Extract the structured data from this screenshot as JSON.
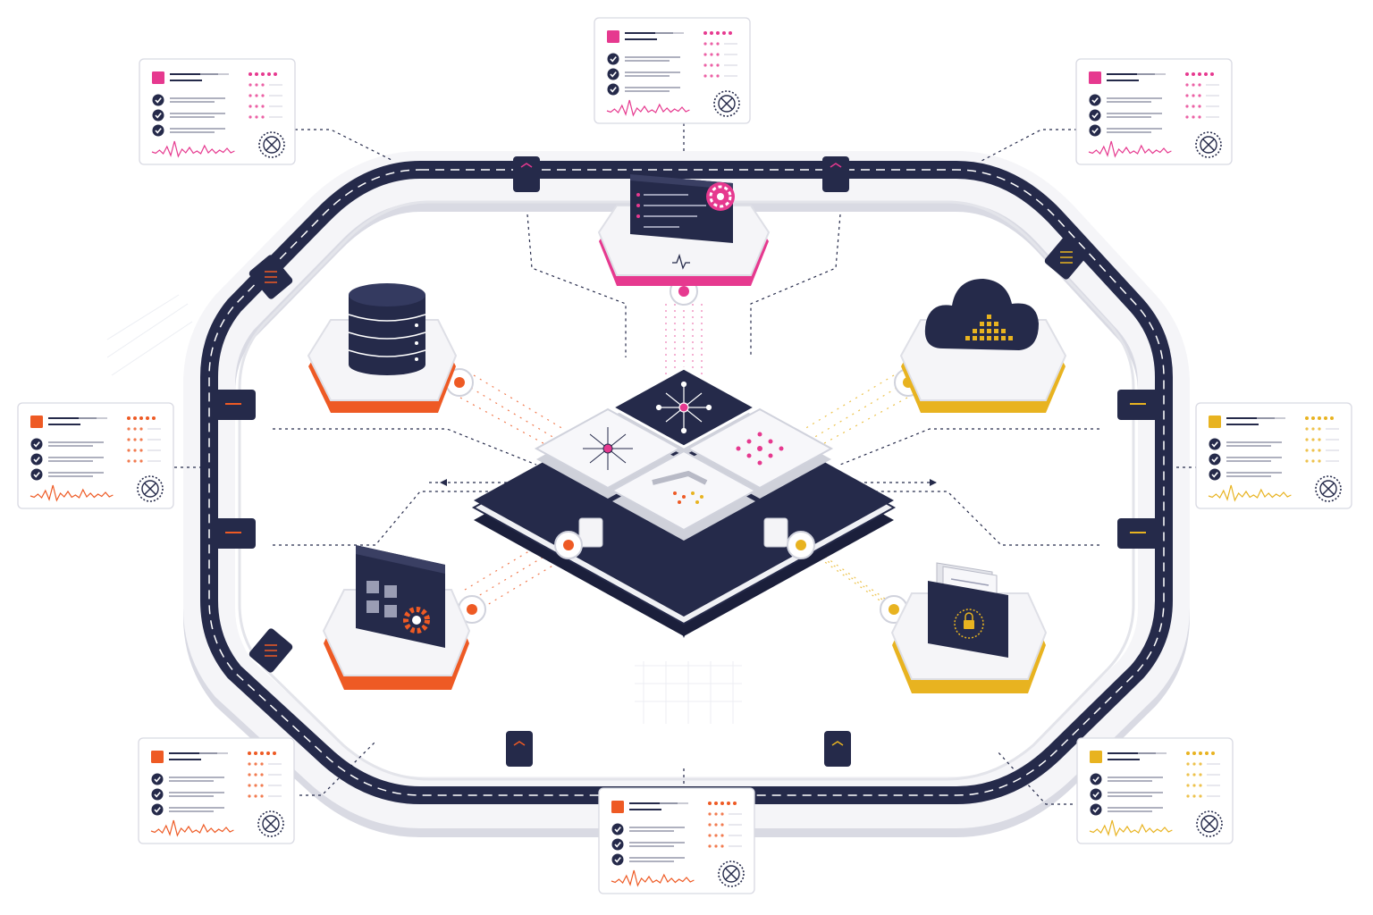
{
  "colors": {
    "navy": "#252a4a",
    "navy_dark": "#1b1f3b",
    "pink": "#e6398f",
    "orange": "#ee5a24",
    "amber": "#e8b320",
    "track_white": "#f4f4f7",
    "card_border": "#d8d9e2",
    "text_line": "#6b6e85"
  },
  "icons": {
    "central_hub": "four-tile-processing-hub",
    "top_node": "code-window-gear-icon",
    "upper_left_node": "database-icon",
    "upper_right_node": "cloud-storage-icon",
    "lower_left_node": "app-window-gear-icon",
    "lower_right_node": "secure-folder-icon",
    "card_clock": "clock-settings-icon",
    "card_check": "checkmark-icon",
    "track_gate": "checkpoint-icon"
  },
  "status_cards": [
    {
      "id": "top",
      "accent": "#e6398f",
      "checks": 3
    },
    {
      "id": "top-left",
      "accent": "#e6398f",
      "checks": 3
    },
    {
      "id": "top-right",
      "accent": "#e6398f",
      "checks": 3
    },
    {
      "id": "mid-left",
      "accent": "#ee5a24",
      "checks": 3
    },
    {
      "id": "mid-right",
      "accent": "#e8b320",
      "checks": 3
    },
    {
      "id": "bottom-left",
      "accent": "#ee5a24",
      "checks": 3
    },
    {
      "id": "bottom",
      "accent": "#ee5a24",
      "checks": 3
    },
    {
      "id": "bottom-right",
      "accent": "#e8b320",
      "checks": 3
    }
  ]
}
